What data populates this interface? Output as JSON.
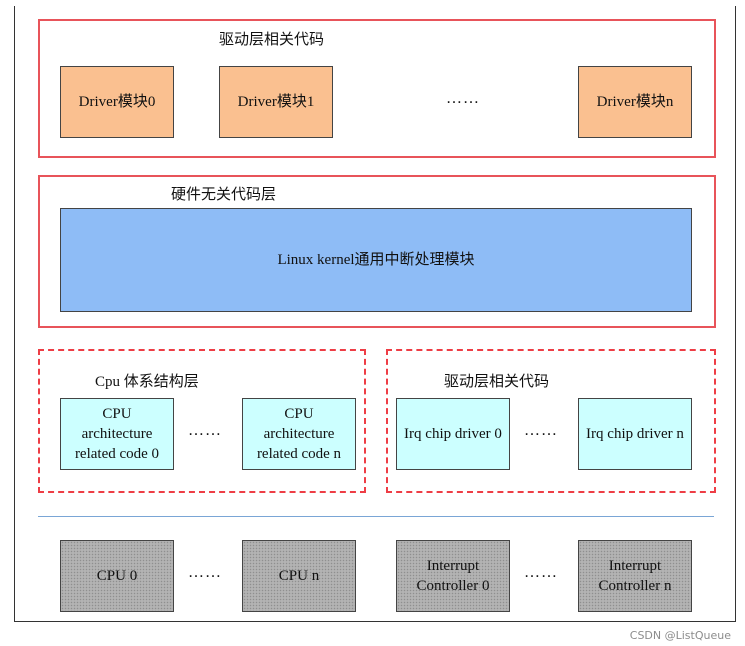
{
  "driver_layer": {
    "title": "驱动层相关代码",
    "modules": [
      "Driver模块0",
      "Driver模块1",
      "Driver模块n"
    ],
    "ellipsis": "……"
  },
  "hw_independent_layer": {
    "title": "硬件无关代码层",
    "module": "Linux kernel通用中断处理模块"
  },
  "cpu_arch_layer": {
    "title": "Cpu 体系结构层",
    "modules": [
      "CPU\narchitecture\nrelated code 0",
      "CPU\narchitecture\nrelated code n"
    ],
    "ellipsis": "……"
  },
  "irq_driver_layer": {
    "title": "驱动层相关代码",
    "modules": [
      "Irq chip driver 0",
      "Irq chip driver n"
    ],
    "ellipsis": "……"
  },
  "hardware": {
    "cpus": [
      "CPU 0",
      "CPU n"
    ],
    "cpu_ellipsis": "……",
    "controllers": [
      "Interrupt\nController 0",
      "Interrupt\nController n"
    ],
    "controller_ellipsis": "……"
  },
  "watermark": "CSDN @ListQueue",
  "colors": {
    "frame_red": "#e8545a",
    "driver_module": "#fac090",
    "kernel_module": "#8ebcf6",
    "arch_module": "#ccffff",
    "hardware_module": "#b3b3b3",
    "separator": "#7aa6d6"
  }
}
